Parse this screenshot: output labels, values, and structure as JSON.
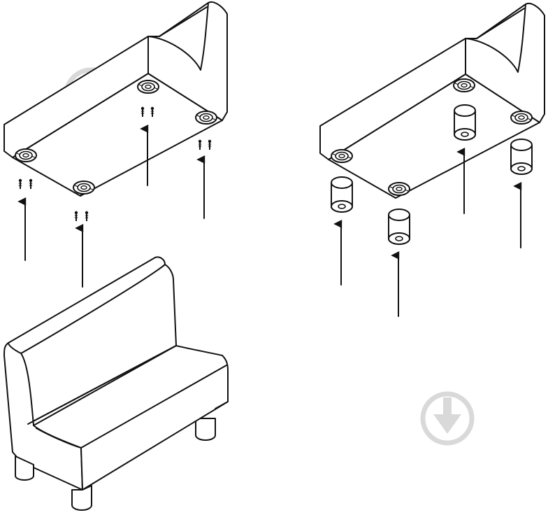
{
  "figure": {
    "description_panels": [
      "sofa-seat-underside-with-screws",
      "sofa-seat-underside-with-legs",
      "assembled-sofa"
    ],
    "colors": {
      "line": "#111111",
      "background": "#ffffff",
      "watermark": "#d9d9d9"
    },
    "icons": [
      "arrow-up-icon",
      "screw-icon",
      "furniture-leg-icon",
      "mount-plate-icon",
      "watermark-logo-icon"
    ]
  }
}
